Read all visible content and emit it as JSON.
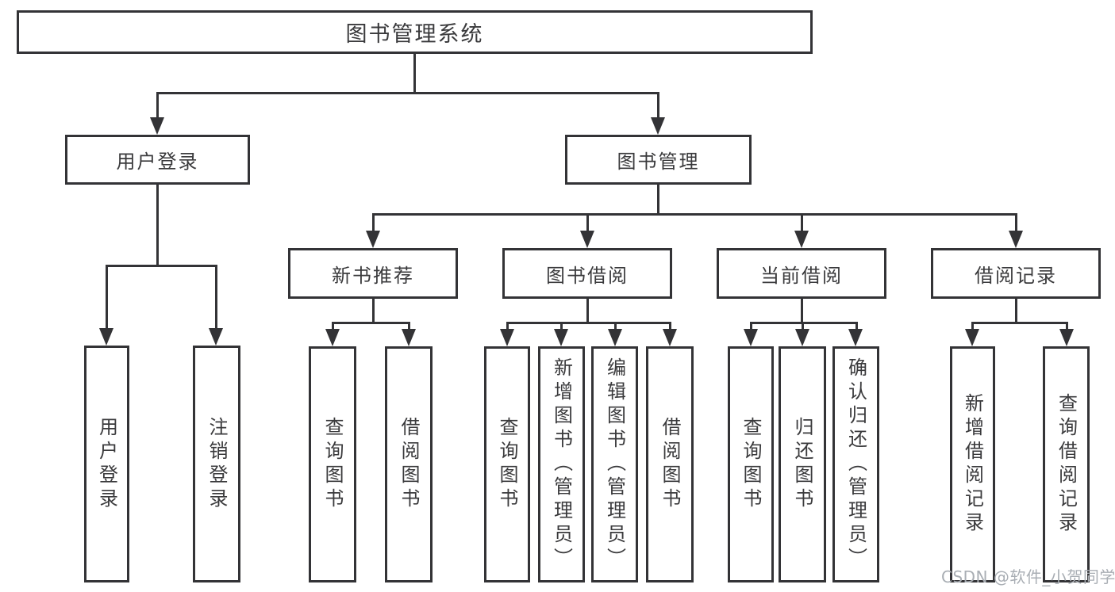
{
  "diagram": {
    "title": "图书管理系统",
    "branches": [
      {
        "label": "用户登录",
        "children": [
          {
            "label": "用户登录"
          },
          {
            "label": "注销登录"
          }
        ]
      },
      {
        "label": "图书管理",
        "groups": [
          {
            "label": "新书推荐",
            "children": [
              {
                "label": "查询图书"
              },
              {
                "label": "借阅图书"
              }
            ]
          },
          {
            "label": "图书借阅",
            "children": [
              {
                "label": "查询图书"
              },
              {
                "label": "新增图书（管理员）"
              },
              {
                "label": "编辑图书（管理员）"
              },
              {
                "label": "借阅图书"
              }
            ]
          },
          {
            "label": "当前借阅",
            "children": [
              {
                "label": "查询图书"
              },
              {
                "label": "归还图书"
              },
              {
                "label": "确认归还（管理员）"
              }
            ]
          },
          {
            "label": "借阅记录",
            "children": [
              {
                "label": "新增借阅记录"
              },
              {
                "label": "查询借阅记录"
              }
            ]
          }
        ]
      }
    ]
  },
  "watermark": {
    "text": "CSDN @软件_小贺同学"
  },
  "colors": {
    "stroke": "#333336",
    "text": "#3a3a3c",
    "watermark": "#a9aeb4",
    "background": "#ffffff"
  }
}
